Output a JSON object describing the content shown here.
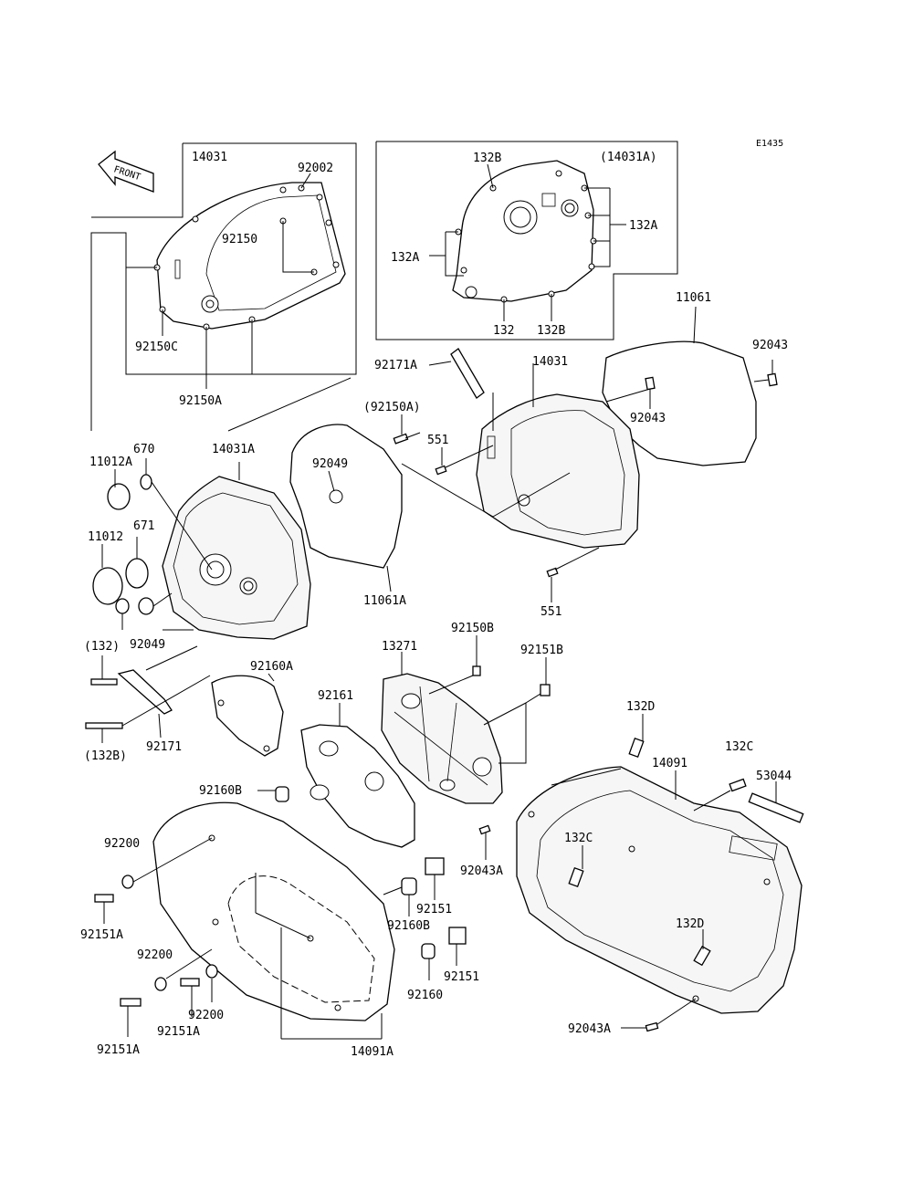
{
  "diagram_code": "E1435",
  "front_arrow_label": "FRONT",
  "labels": {
    "l_14031": "14031",
    "l_92002": "92002",
    "l_92150": "92150",
    "l_92150c": "92150C",
    "l_92150a": "92150A",
    "l_14031a_paren": "(14031A)",
    "l_132b_top": "132B",
    "l_132a_right": "132A",
    "l_132a_left": "132A",
    "l_132": "132",
    "l_132b_bottom": "132B",
    "l_11061": "11061",
    "l_92043_right": "92043",
    "l_92043_mid": "92043",
    "l_92171a": "92171A",
    "l_92150a_paren": "(92150A)",
    "l_551_top": "551",
    "l_551_bottom": "551",
    "l_670": "670",
    "l_11012a": "11012A",
    "l_14031a": "14031A",
    "l_92049_top": "92049",
    "l_671": "671",
    "l_11012": "11012",
    "l_92049_bottom": "92049",
    "l_11061a": "11061A",
    "l_132_paren": "(132)",
    "l_132b_paren": "(132B)",
    "l_92171": "92171",
    "l_92160a": "92160A",
    "l_92161": "92161",
    "l_13271": "13271",
    "l_92150b": "92150B",
    "l_92151b": "92151B",
    "l_132d_top": "132D",
    "l_132c_top": "132C",
    "l_14091": "14091",
    "l_53044": "53044",
    "l_92160b_top": "92160B",
    "l_92200_top": "92200",
    "l_92043a_mid": "92043A",
    "l_132c_mid": "132C",
    "l_92151_top": "92151",
    "l_92160b_bottom": "92160B",
    "l_92151a_left": "92151A",
    "l_92200_mid": "92200",
    "l_132d_bottom": "132D",
    "l_92151_bottom": "92151",
    "l_92160": "92160",
    "l_92200_bottom": "92200",
    "l_92151a_mid": "92151A",
    "l_92151a_bottom": "92151A",
    "l_14091a": "14091A",
    "l_92043a_bottom": "92043A"
  }
}
